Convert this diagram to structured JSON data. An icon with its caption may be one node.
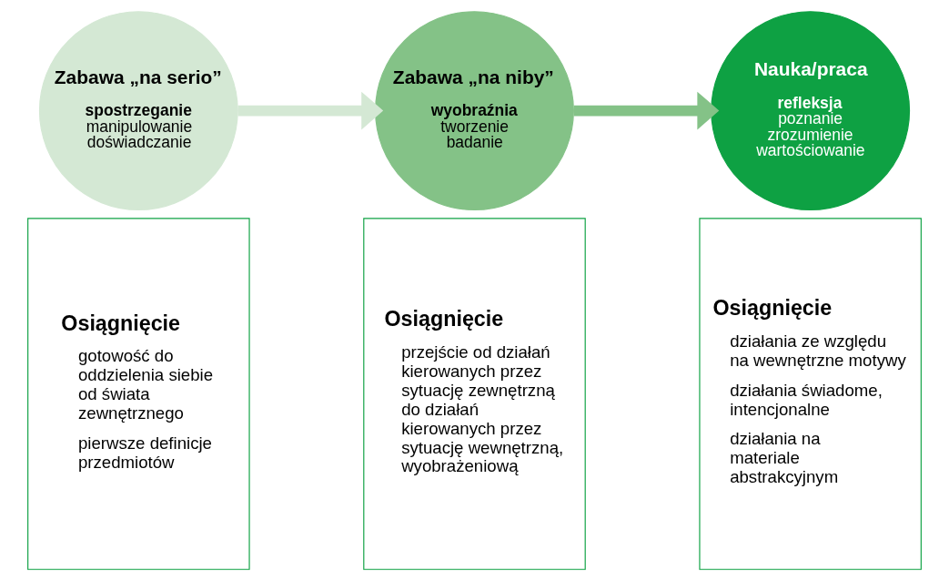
{
  "diagram": {
    "nodes": [
      {
        "text": [
          "Zabawa „na serio”",
          "spostrzeganie",
          "manipulowanie",
          "doświadczanie"
        ]
      },
      {
        "text": [
          "Zabawa „na niby”",
          "wyobraźnia",
          "tworzenie",
          "badanie"
        ]
      },
      {
        "text": [
          "Nauka/praca",
          "refleksja",
          "poznanie",
          "zrozumienie",
          "wartościowanie"
        ]
      },
      {
        "text": [
          "Osiągnięcie",
          "gotowość do oddzielenia siebie od świata zewnętrznego",
          "pierwsze definicje przedmiotów"
        ]
      },
      {
        "text": [
          "Osiągnięcie",
          "przejście od działań kierowanych przez sytuację zewnętrzną do działań kierowanych przez sytuację wewnętrzną, wyobrażeniową"
        ]
      },
      {
        "text": [
          "Osiągnięcie",
          "działania ze względu na wewnętrzne motywy",
          "działania świadome, intencjonalne",
          "działania na materiale abstrakcyjnym"
        ]
      }
    ],
    "edges": [
      {
        "from": 0,
        "to": 1,
        "arrow": "to",
        "color": "#d4e8d4"
      },
      {
        "from": 1,
        "to": 2,
        "arrow": "to",
        "color": "#84c287"
      }
    ]
  }
}
